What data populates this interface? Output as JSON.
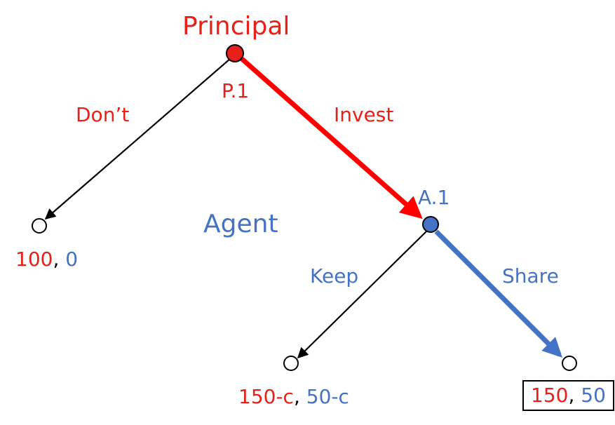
{
  "title_player": "Principal",
  "agent_player": "Agent",
  "nodes": {
    "principal_node": "P.1",
    "agent_node": "A.1"
  },
  "actions": {
    "principal_left": "Don’t",
    "principal_right": "Invest",
    "agent_left": "Keep",
    "agent_right": "Share"
  },
  "payoffs": {
    "dont": {
      "principal": "100",
      "agent": "0"
    },
    "keep": {
      "principal": "150-c",
      "agent": "50-c"
    },
    "share": {
      "principal": "150",
      "agent": "50"
    }
  },
  "separator": ", ",
  "equilibrium_outcome": "share",
  "colors": {
    "principal": "#e8201a",
    "agent": "#4472c4",
    "node_outline": "#000000",
    "plain_edge": "#000000"
  }
}
